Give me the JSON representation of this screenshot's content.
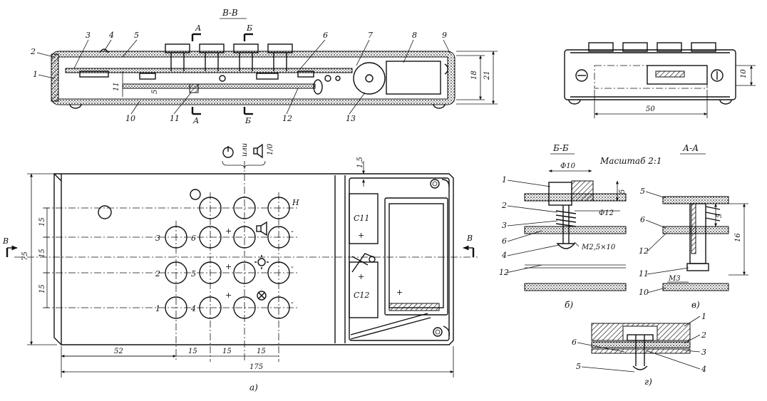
{
  "titles": {
    "section_vv": "В-В",
    "section_aa": "А-А",
    "section_bb": "Б-Б",
    "scale": "Масштаб 2:1",
    "fig_a": "а)",
    "fig_b": "б)",
    "fig_v": "в)",
    "fig_g": "г)"
  },
  "cut_marks": {
    "a": "А",
    "b": "Б",
    "v": "В"
  },
  "top_callouts": [
    "1",
    "2",
    "3",
    "4",
    "5",
    "6",
    "7",
    "8",
    "9",
    "10",
    "11",
    "12",
    "13"
  ],
  "top_dims": {
    "d11": "11",
    "d5": "5",
    "d18": "18",
    "d21": "21"
  },
  "side_dims": {
    "d10": "10",
    "d50": "50"
  },
  "front": {
    "symbol_text": "или",
    "symbol_text2": "1/0",
    "dim_top": "1,5",
    "dim_height": "75",
    "dim_rows": [
      "15",
      "15",
      "15"
    ],
    "dim_bottom": [
      "52",
      "15",
      "15",
      "15"
    ],
    "dim_total": "175",
    "row_labels": [
      "3",
      "2",
      "1"
    ],
    "col_labels": [
      "6",
      "5",
      "4"
    ],
    "plus_signs": [
      "+",
      "+",
      "+"
    ],
    "minus_signs": [
      "-",
      "-",
      "-",
      "-"
    ],
    "h_label": "Н",
    "battery_labels": [
      "C11",
      "C12"
    ],
    "battery_plus": [
      "+",
      "+",
      "+"
    ]
  },
  "section_bb_labels": {
    "callouts": [
      "1",
      "2",
      "3",
      "6",
      "4",
      "12"
    ],
    "phi10": "Ф10",
    "phi12": "Ф12",
    "d5": "5",
    "screw": "М2,5×10"
  },
  "section_aa_labels": {
    "callouts": [
      "5",
      "6",
      "12",
      "11",
      "10"
    ],
    "d5": "5",
    "d16": "16",
    "screw": "М3"
  },
  "detail_g": {
    "callouts": [
      "1",
      "2",
      "3",
      "4",
      "5",
      "6"
    ]
  }
}
